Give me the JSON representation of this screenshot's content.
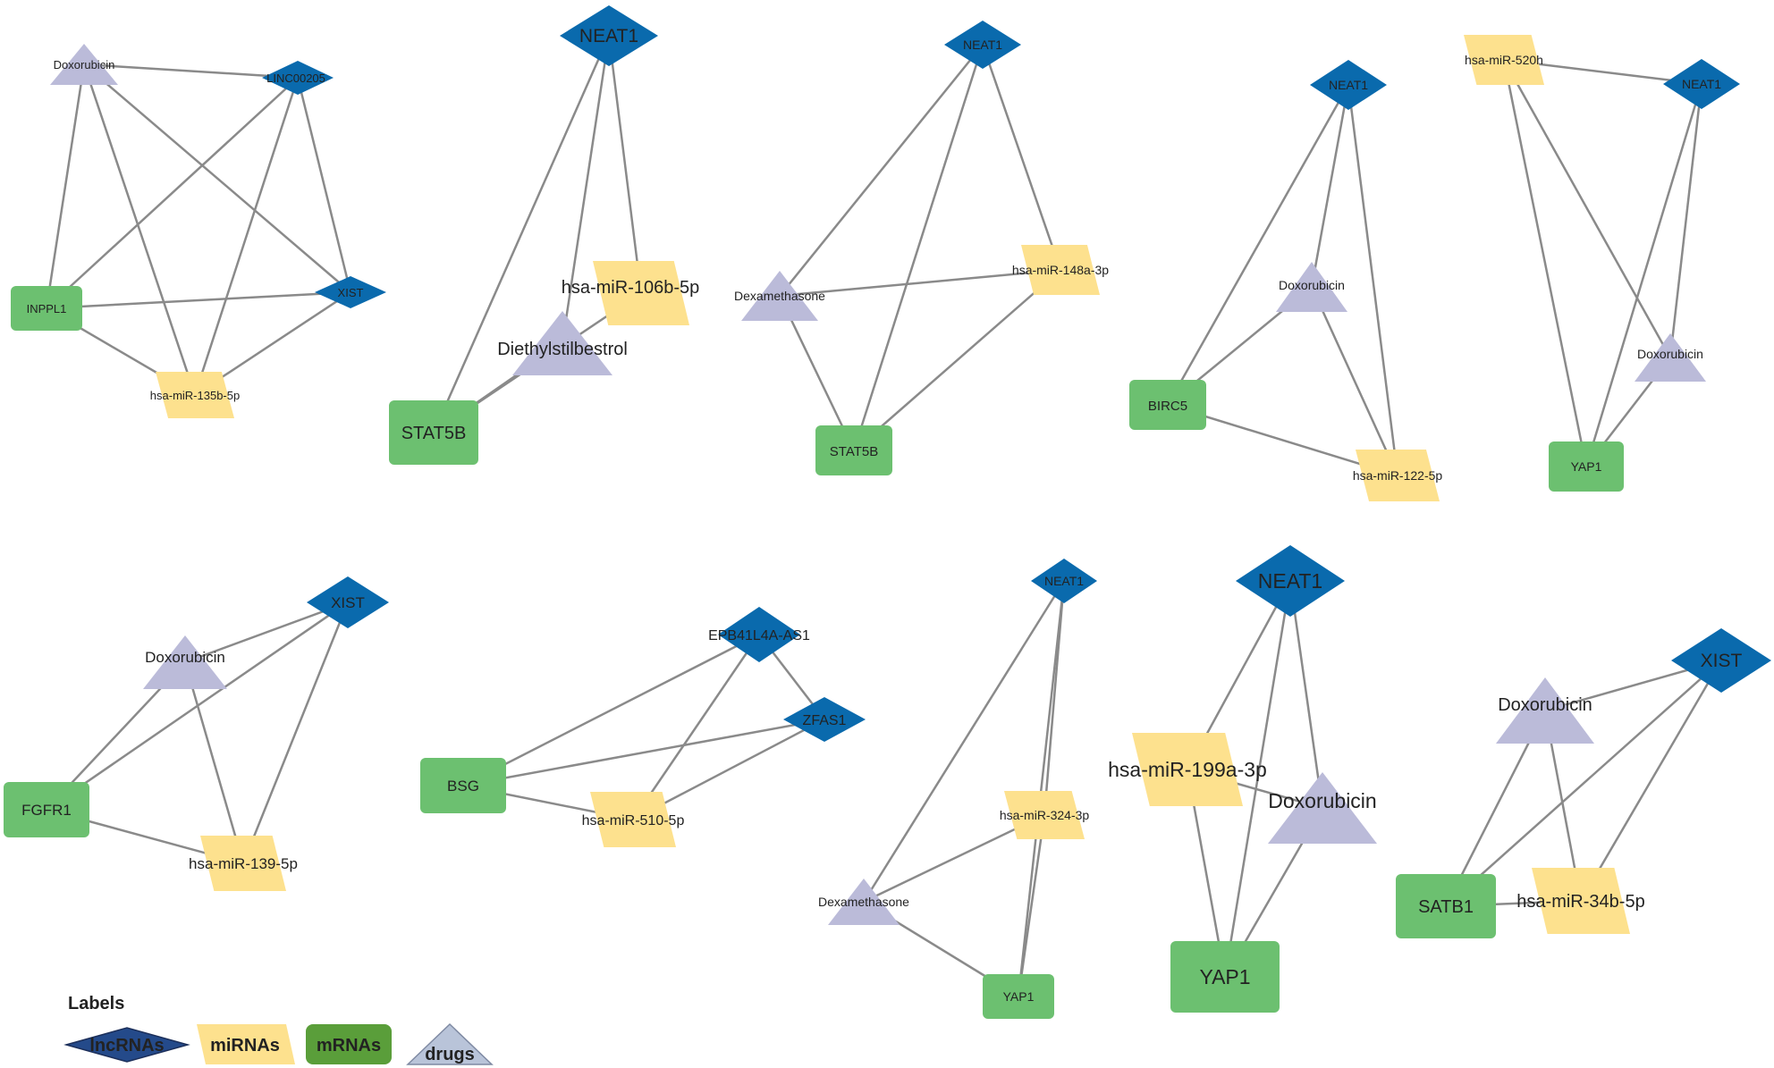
{
  "colors": {
    "lncRNA": "#0a6aad",
    "miRNA": "#fde18e",
    "mRNA": "#6cc070",
    "drug": "#bbbbd9",
    "edge": "#8a8a8a",
    "legend_lncRNA": "#244a8a",
    "legend_mRNA": "#5a9e3a",
    "legend_drug": "#b9c4d9"
  },
  "legend": {
    "title": "Labels",
    "items": [
      {
        "type": "lncRNA",
        "label": "lncRNAs"
      },
      {
        "type": "miRNA",
        "label": "miRNAs"
      },
      {
        "type": "mRNA",
        "label": "mRNAs"
      },
      {
        "type": "drug",
        "label": "drugs"
      }
    ]
  },
  "networks": [
    {
      "id": "net1",
      "nodes": [
        {
          "id": "doxo",
          "type": "drug",
          "label": "Doxorubicin"
        },
        {
          "id": "linc",
          "type": "lncRNA",
          "label": "LINC00205"
        },
        {
          "id": "inppl1",
          "type": "mRNA",
          "label": "INPPL1"
        },
        {
          "id": "xist",
          "type": "lncRNA",
          "label": "XIST"
        },
        {
          "id": "mir",
          "type": "miRNA",
          "label": "hsa-miR-135b-5p"
        }
      ],
      "edges": [
        [
          "doxo",
          "linc"
        ],
        [
          "doxo",
          "inppl1"
        ],
        [
          "doxo",
          "mir"
        ],
        [
          "doxo",
          "xist"
        ],
        [
          "linc",
          "inppl1"
        ],
        [
          "linc",
          "mir"
        ],
        [
          "linc",
          "xist"
        ],
        [
          "inppl1",
          "xist"
        ],
        [
          "inppl1",
          "mir"
        ],
        [
          "xist",
          "mir"
        ]
      ]
    },
    {
      "id": "net2",
      "nodes": [
        {
          "id": "neat1",
          "type": "lncRNA",
          "label": "NEAT1"
        },
        {
          "id": "mir",
          "type": "miRNA",
          "label": "hsa-miR-106b-5p"
        },
        {
          "id": "drug",
          "type": "drug",
          "label": "Diethylstilbestrol"
        },
        {
          "id": "stat5b",
          "type": "mRNA",
          "label": "STAT5B"
        }
      ],
      "edges": [
        [
          "neat1",
          "mir"
        ],
        [
          "neat1",
          "drug"
        ],
        [
          "neat1",
          "stat5b"
        ],
        [
          "mir",
          "stat5b"
        ],
        [
          "drug",
          "stat5b"
        ]
      ]
    },
    {
      "id": "net3",
      "nodes": [
        {
          "id": "neat1",
          "type": "lncRNA",
          "label": "NEAT1"
        },
        {
          "id": "mir",
          "type": "miRNA",
          "label": "hsa-miR-148a-3p"
        },
        {
          "id": "dexa",
          "type": "drug",
          "label": "Dexamethasone"
        },
        {
          "id": "stat5b",
          "type": "mRNA",
          "label": "STAT5B"
        }
      ],
      "edges": [
        [
          "neat1",
          "dexa"
        ],
        [
          "neat1",
          "stat5b"
        ],
        [
          "neat1",
          "mir"
        ],
        [
          "dexa",
          "mir"
        ],
        [
          "dexa",
          "stat5b"
        ],
        [
          "stat5b",
          "mir"
        ]
      ]
    },
    {
      "id": "net4",
      "nodes": [
        {
          "id": "neat1",
          "type": "lncRNA",
          "label": "NEAT1"
        },
        {
          "id": "doxo",
          "type": "drug",
          "label": "Doxorubicin"
        },
        {
          "id": "birc5",
          "type": "mRNA",
          "label": "BIRC5"
        },
        {
          "id": "mir",
          "type": "miRNA",
          "label": "hsa-miR-122-5p"
        }
      ],
      "edges": [
        [
          "neat1",
          "doxo"
        ],
        [
          "neat1",
          "birc5"
        ],
        [
          "neat1",
          "mir"
        ],
        [
          "doxo",
          "birc5"
        ],
        [
          "doxo",
          "mir"
        ],
        [
          "birc5",
          "mir"
        ]
      ]
    },
    {
      "id": "net5",
      "nodes": [
        {
          "id": "mir",
          "type": "miRNA",
          "label": "hsa-miR-520h"
        },
        {
          "id": "neat1",
          "type": "lncRNA",
          "label": "NEAT1"
        },
        {
          "id": "doxo",
          "type": "drug",
          "label": "Doxorubicin"
        },
        {
          "id": "yap1",
          "type": "mRNA",
          "label": "YAP1"
        }
      ],
      "edges": [
        [
          "mir",
          "neat1"
        ],
        [
          "mir",
          "doxo"
        ],
        [
          "mir",
          "yap1"
        ],
        [
          "neat1",
          "doxo"
        ],
        [
          "neat1",
          "yap1"
        ],
        [
          "doxo",
          "yap1"
        ]
      ]
    },
    {
      "id": "net6",
      "nodes": [
        {
          "id": "xist",
          "type": "lncRNA",
          "label": "XIST"
        },
        {
          "id": "doxo",
          "type": "drug",
          "label": "Doxorubicin"
        },
        {
          "id": "fgfr1",
          "type": "mRNA",
          "label": "FGFR1"
        },
        {
          "id": "mir",
          "type": "miRNA",
          "label": "hsa-miR-139-5p"
        }
      ],
      "edges": [
        [
          "xist",
          "doxo"
        ],
        [
          "xist",
          "fgfr1"
        ],
        [
          "xist",
          "mir"
        ],
        [
          "doxo",
          "fgfr1"
        ],
        [
          "doxo",
          "mir"
        ],
        [
          "fgfr1",
          "mir"
        ]
      ]
    },
    {
      "id": "net7",
      "nodes": [
        {
          "id": "epb",
          "type": "lncRNA",
          "label": "EPB41L4A-AS1"
        },
        {
          "id": "zfas1",
          "type": "lncRNA",
          "label": "ZFAS1"
        },
        {
          "id": "bsg",
          "type": "mRNA",
          "label": "BSG"
        },
        {
          "id": "mir",
          "type": "miRNA",
          "label": "hsa-miR-510-5p"
        }
      ],
      "edges": [
        [
          "epb",
          "bsg"
        ],
        [
          "epb",
          "zfas1"
        ],
        [
          "epb",
          "mir"
        ],
        [
          "zfas1",
          "bsg"
        ],
        [
          "zfas1",
          "mir"
        ],
        [
          "bsg",
          "mir"
        ]
      ]
    },
    {
      "id": "net8",
      "nodes": [
        {
          "id": "neat1",
          "type": "lncRNA",
          "label": "NEAT1"
        },
        {
          "id": "mir",
          "type": "miRNA",
          "label": "hsa-miR-324-3p"
        },
        {
          "id": "dexa",
          "type": "drug",
          "label": "Dexamethasone"
        },
        {
          "id": "yap1",
          "type": "mRNA",
          "label": "YAP1"
        }
      ],
      "edges": [
        [
          "neat1",
          "mir"
        ],
        [
          "neat1",
          "dexa"
        ],
        [
          "neat1",
          "yap1"
        ],
        [
          "mir",
          "dexa"
        ],
        [
          "mir",
          "yap1"
        ],
        [
          "dexa",
          "yap1"
        ]
      ]
    },
    {
      "id": "net9",
      "nodes": [
        {
          "id": "neat1",
          "type": "lncRNA",
          "label": "NEAT1"
        },
        {
          "id": "mir",
          "type": "miRNA",
          "label": "hsa-miR-199a-3p"
        },
        {
          "id": "doxo",
          "type": "drug",
          "label": "Doxorubicin"
        },
        {
          "id": "yap1",
          "type": "mRNA",
          "label": "YAP1"
        }
      ],
      "edges": [
        [
          "neat1",
          "mir"
        ],
        [
          "neat1",
          "doxo"
        ],
        [
          "neat1",
          "yap1"
        ],
        [
          "mir",
          "doxo"
        ],
        [
          "mir",
          "yap1"
        ],
        [
          "doxo",
          "yap1"
        ]
      ]
    },
    {
      "id": "net10",
      "nodes": [
        {
          "id": "xist",
          "type": "lncRNA",
          "label": "XIST"
        },
        {
          "id": "doxo",
          "type": "drug",
          "label": "Doxorubicin"
        },
        {
          "id": "satb1",
          "type": "mRNA",
          "label": "SATB1"
        },
        {
          "id": "mir",
          "type": "miRNA",
          "label": "hsa-miR-34b-5p"
        }
      ],
      "edges": [
        [
          "xist",
          "doxo"
        ],
        [
          "xist",
          "satb1"
        ],
        [
          "xist",
          "mir"
        ],
        [
          "doxo",
          "satb1"
        ],
        [
          "doxo",
          "mir"
        ],
        [
          "satb1",
          "mir"
        ]
      ]
    }
  ]
}
